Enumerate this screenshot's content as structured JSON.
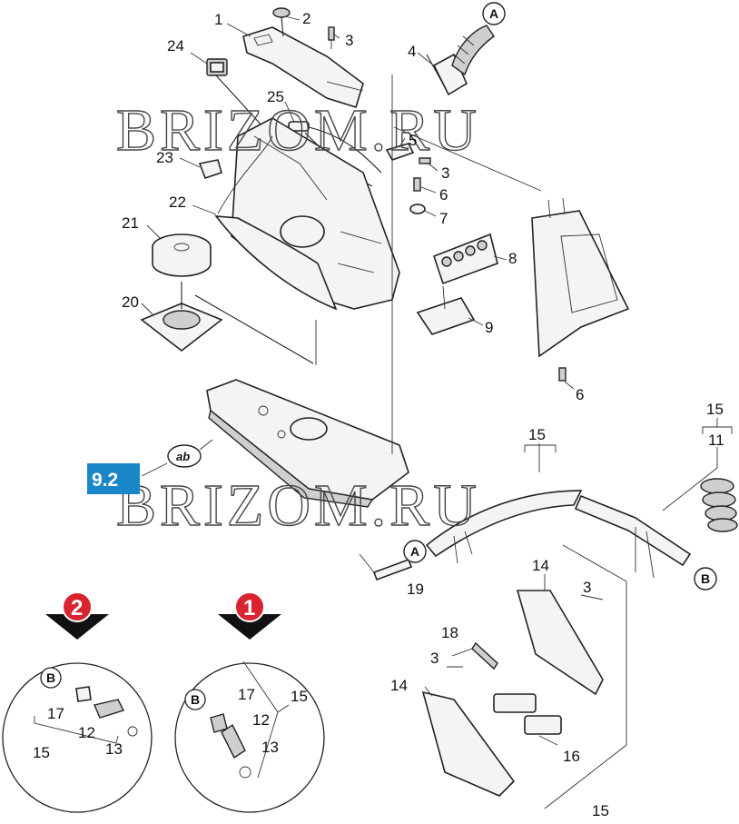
{
  "watermark": "BRIZOM.RU",
  "section_badge": "9.2",
  "ab_marker": "ab",
  "connector_letters": {
    "a": "A",
    "b": "B"
  },
  "variants": {
    "one": "1",
    "two": "2"
  },
  "labels": {
    "p1": "1",
    "p2": "2",
    "p3a": "3",
    "p4": "4",
    "p24": "24",
    "p25": "25",
    "p5": "5",
    "p3b": "3",
    "p23": "23",
    "p6a": "6",
    "p22": "22",
    "p7": "7",
    "p21": "21",
    "p8": "8",
    "p20": "20",
    "p9": "9",
    "p6b": "6",
    "p15a": "15",
    "p11": "11",
    "p15b": "15",
    "p19": "19",
    "p14a": "14",
    "p3c": "3",
    "p18": "18",
    "p3d": "3",
    "p14b": "14",
    "p16": "16",
    "p15c": "15",
    "l17": "17",
    "l12": "12",
    "l15": "15",
    "l13": "13",
    "r17": "17",
    "r15": "15",
    "r12": "12",
    "r13": "13"
  },
  "colors": {
    "badge": "#1a86c8",
    "variant_marker": "#d9232e"
  }
}
